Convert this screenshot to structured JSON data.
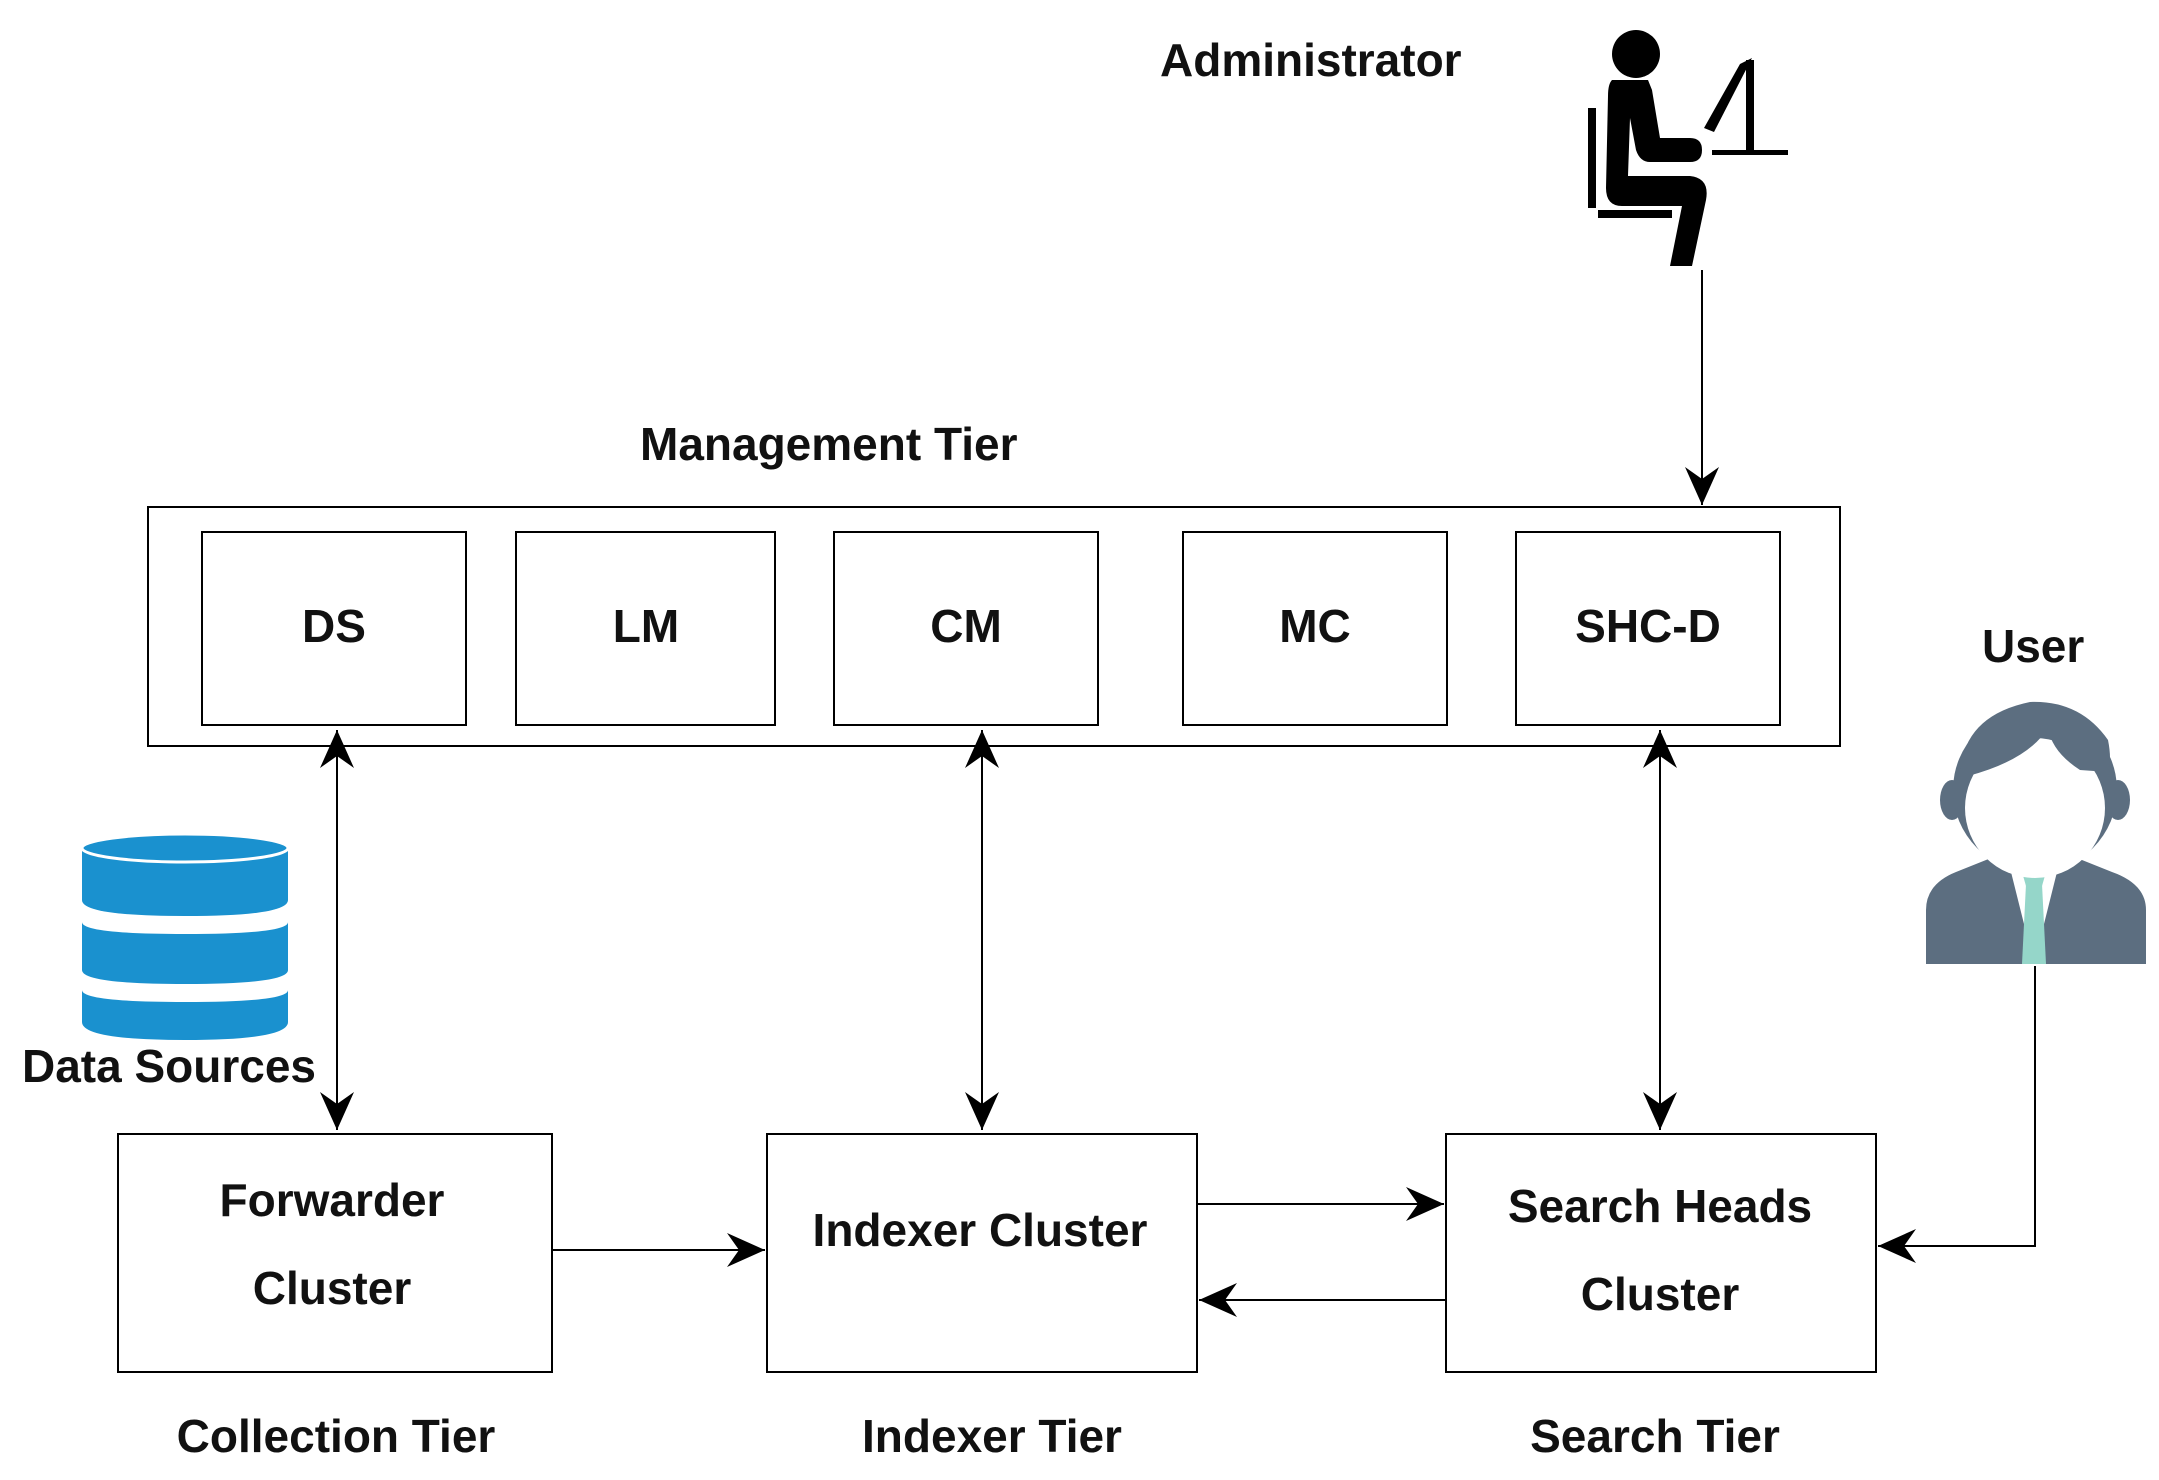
{
  "administrator": {
    "label": "Administrator"
  },
  "user": {
    "label": "User"
  },
  "data_sources": {
    "label": "Data Sources"
  },
  "management_tier": {
    "label": "Management Tier",
    "components": [
      "DS",
      "LM",
      "CM",
      "MC",
      "SHC-D"
    ]
  },
  "clusters": {
    "forwarder": [
      "Forwarder",
      "Cluster"
    ],
    "indexer": [
      "Indexer Cluster"
    ],
    "search_heads": [
      "Search Heads",
      "Cluster"
    ]
  },
  "tiers": {
    "collection": "Collection Tier",
    "indexer": "Indexer Tier",
    "search": "Search Tier"
  },
  "colors": {
    "database_blue": "#1a91cf",
    "user_gray": "#5c6e80",
    "user_tie": "#95d6c9",
    "line": "#000000"
  }
}
